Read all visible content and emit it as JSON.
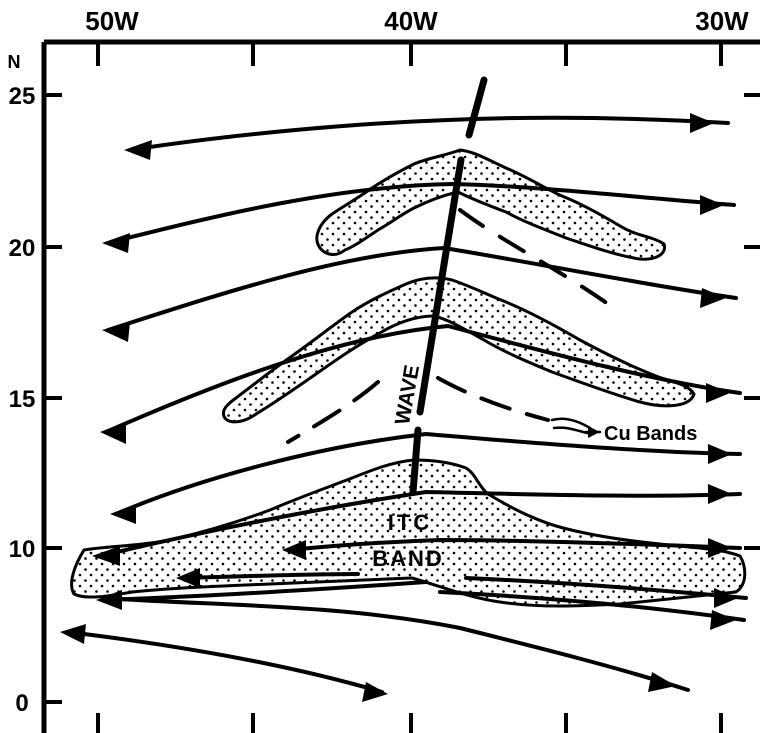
{
  "axes": {
    "top_labels": [
      "50W",
      "40W",
      "30W"
    ],
    "left_unit": "N",
    "left_labels": [
      "25",
      "20",
      "15",
      "10",
      "0"
    ]
  },
  "annotations": {
    "wave": "WAVE",
    "cu_bands": "Cu Bands",
    "itc": "ITC",
    "band": "BAND"
  },
  "colors": {
    "ink": "#000000",
    "paper": "#ffffff"
  }
}
